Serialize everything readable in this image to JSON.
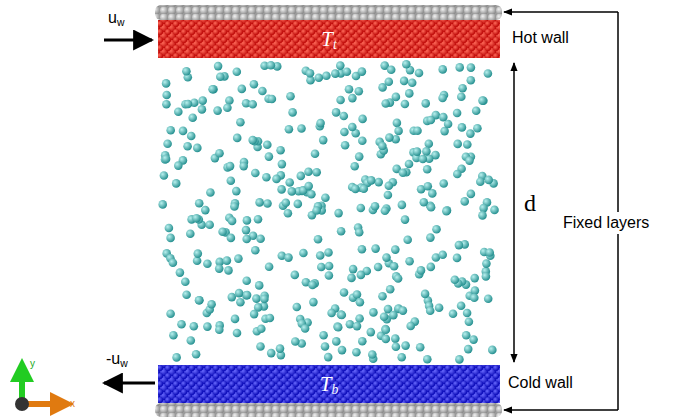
{
  "diagram": {
    "nodes": [
      {
        "text": [
          "Tt",
          "Hot wall"
        ]
      },
      {
        "text": [
          "Tb",
          "Cold wall"
        ]
      }
    ],
    "labels": [
      "uw",
      "-uw",
      "d",
      "Fixed layers",
      "y",
      "x"
    ]
  }
}
